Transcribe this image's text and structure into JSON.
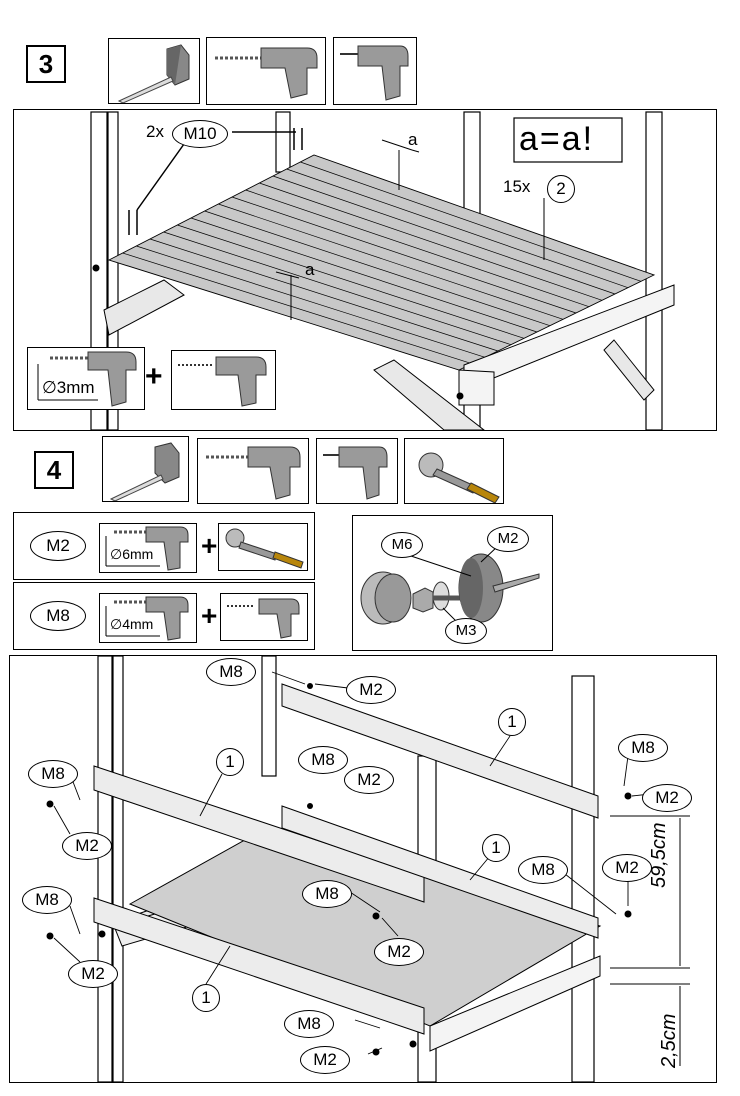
{
  "step3": {
    "number": "3",
    "note": "a=a!",
    "gap_symbol": "a",
    "screw_qty": "2x",
    "screw_part": "M10",
    "board_qty": "15x",
    "board_part": "2",
    "drill_size": "∅3mm",
    "plus": "+"
  },
  "step4": {
    "number": "4",
    "legend": [
      {
        "part": "M2",
        "drill_size": "∅6mm",
        "plus": "+"
      },
      {
        "part": "M8",
        "drill_size": "∅4mm",
        "plus": "+"
      }
    ],
    "hardware": {
      "m6": "M6",
      "m2": "M2",
      "m3": "M3"
    },
    "beam_label": "1",
    "screw_label": "M8",
    "bolt_label": "M2",
    "dim_upper": "59,5cm",
    "dim_lower": "2,5cm"
  },
  "icons": [
    "tape-measure-icon",
    "drill-icon",
    "screwdriver-icon",
    "ratchet-icon"
  ]
}
